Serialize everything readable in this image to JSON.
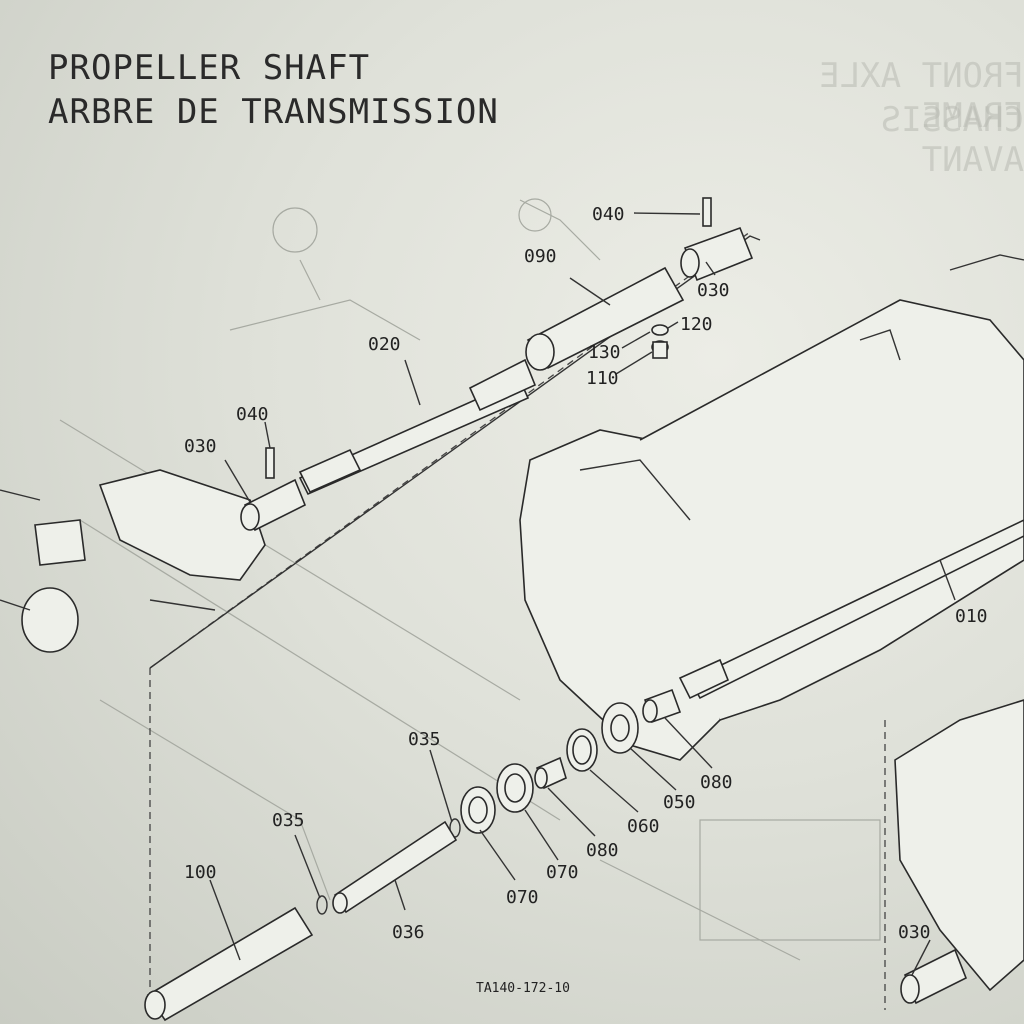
{
  "title": {
    "line1": "PROPELLER SHAFT",
    "line2": "ARBRE DE TRANSMISSION"
  },
  "show_through_text": {
    "line1": "FRONT AXLE FRAME",
    "line2": "CHASSIS AVANT"
  },
  "figure_code": "TA140-172-10",
  "callouts": {
    "c040_top": "040",
    "c090": "090",
    "c030_top": "030",
    "c120": "120",
    "c130": "130",
    "c110": "110",
    "c020": "020",
    "c040_left": "040",
    "c030_left": "030",
    "c010": "010",
    "c035_a": "035",
    "c035_b": "035",
    "c100": "100",
    "c036": "036",
    "c070_a": "070",
    "c070_b": "070",
    "c080_a": "080",
    "c060": "060",
    "c050": "050",
    "c080_b": "080",
    "c030_bottom": "030"
  }
}
